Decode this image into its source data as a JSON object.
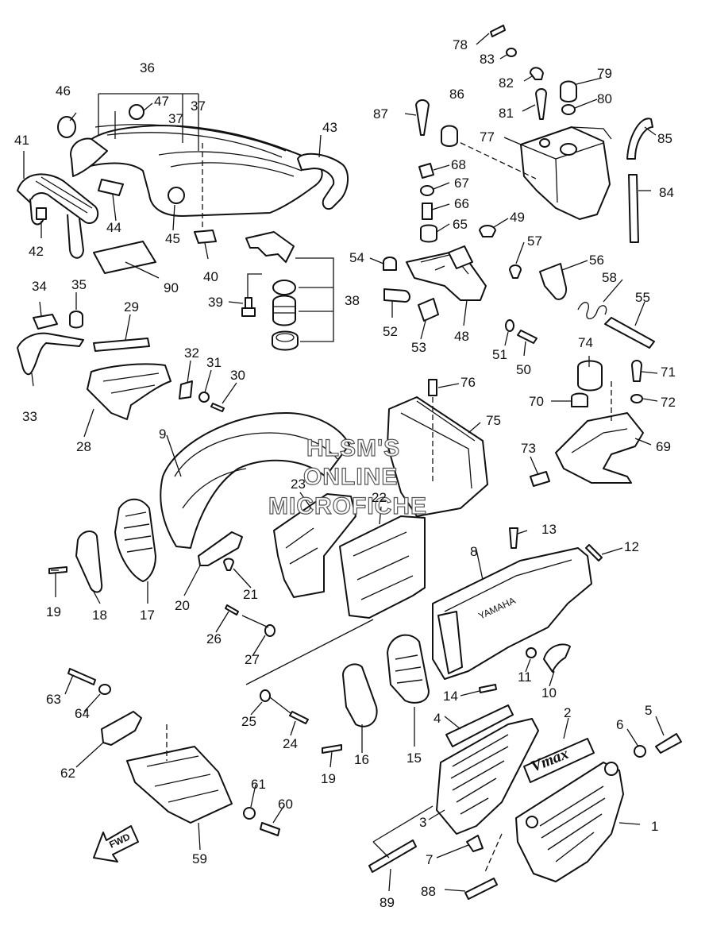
{
  "watermark": [
    "HLSM'S",
    "ONLINE",
    "MICROFICHE"
  ],
  "fwd_label": "FWD",
  "logo_text": "Vmax",
  "cover_text": "YAMAHA",
  "callouts": [
    "1",
    "2",
    "3",
    "4",
    "5",
    "6",
    "7",
    "8",
    "9",
    "10",
    "11",
    "12",
    "13",
    "14",
    "15",
    "16",
    "17",
    "18",
    "19",
    "19",
    "20",
    "21",
    "22",
    "23",
    "24",
    "25",
    "26",
    "27",
    "28",
    "29",
    "30",
    "31",
    "32",
    "33",
    "34",
    "35",
    "36",
    "37",
    "37",
    "38",
    "39",
    "40",
    "41",
    "42",
    "43",
    "44",
    "45",
    "46",
    "47",
    "48",
    "49",
    "50",
    "51",
    "52",
    "53",
    "54",
    "55",
    "56",
    "57",
    "58",
    "59",
    "60",
    "61",
    "62",
    "63",
    "64",
    "65",
    "66",
    "67",
    "68",
    "69",
    "70",
    "71",
    "72",
    "73",
    "74",
    "75",
    "76",
    "77",
    "78",
    "79",
    "80",
    "81",
    "82",
    "83",
    "84",
    "85",
    "86",
    "87",
    "88",
    "89",
    "90"
  ]
}
